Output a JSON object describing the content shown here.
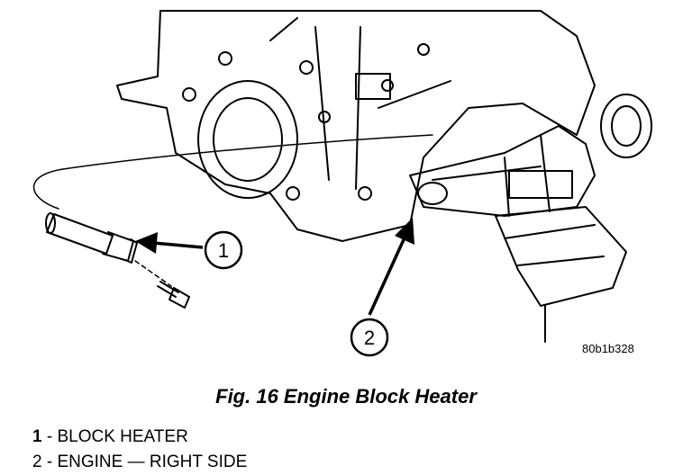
{
  "figure": {
    "image_code": "80b1b328",
    "caption": "Fig. 16 Engine Block Heater",
    "callouts": [
      "1",
      "2"
    ]
  },
  "legend": [
    {
      "num": "1",
      "text": " - BLOCK HEATER"
    },
    {
      "num": "2",
      "text": " - ENGINE — RIGHT SIDE"
    }
  ]
}
